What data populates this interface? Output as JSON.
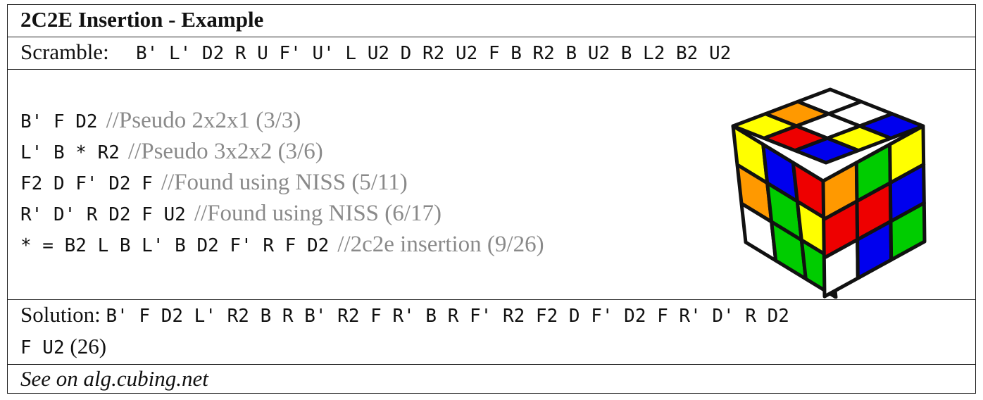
{
  "title": "2C2E Insertion - Example",
  "scramble": {
    "label": "Scramble:",
    "moves": "B' L' D2 R U F' U' L U2 D R2 U2 F B R2 B U2 B L2 B2 U2"
  },
  "steps": [
    {
      "moves": "B' F D2",
      "comment": "//Pseudo 2x2x1 (3/3)"
    },
    {
      "moves": "L' B * R2",
      "comment": "//Pseudo 3x2x2 (3/6)"
    },
    {
      "moves": "F2 D F' D2 F",
      "comment": "//Found using NISS (5/11)"
    },
    {
      "moves": "R' D' R D2 F U2",
      "comment": "//Found using NISS (6/17)"
    },
    {
      "moves": "* = B2 L B L' B D2 F' R F D2",
      "comment": "//2c2e insertion (9/26)"
    }
  ],
  "solution": {
    "label": "Solution:",
    "line1": "B' F D2 L' R2 B R B' R2 F R' B R F' R2 F2 D F' D2 F R' D' R D2",
    "line2": "F U2",
    "count": "(26)"
  },
  "link": "See on alg.cubing.net",
  "colors": {
    "white": "#ffffff",
    "yellow": "#ffff00",
    "red": "#ee0000",
    "blue": "#0000ee",
    "green": "#00cc00",
    "orange": "#ff9900"
  },
  "cube": {
    "top": [
      [
        "white",
        "white",
        "blue"
      ],
      [
        "orange",
        "white",
        "yellow"
      ],
      [
        "yellow",
        "red",
        "blue"
      ]
    ],
    "left": [
      [
        "yellow",
        "blue",
        "red"
      ],
      [
        "orange",
        "green",
        "yellow"
      ],
      [
        "white",
        "green",
        "green"
      ]
    ],
    "right": [
      [
        "orange",
        "green",
        "yellow"
      ],
      [
        "red",
        "red",
        "blue"
      ],
      [
        "white",
        "blue",
        "green"
      ]
    ]
  }
}
